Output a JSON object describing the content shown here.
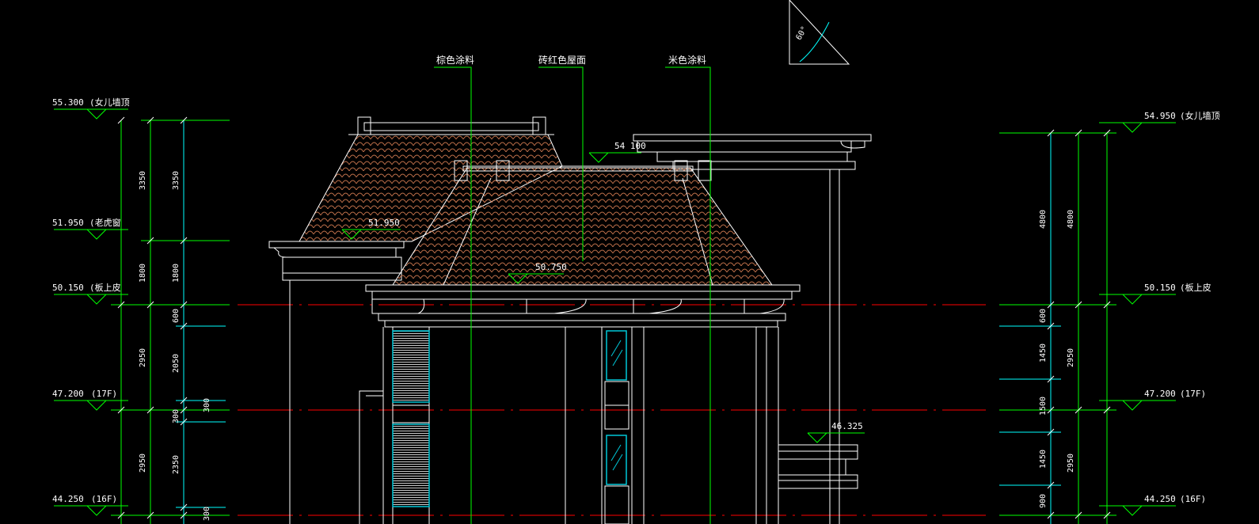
{
  "colors": {
    "background": "#000000",
    "outline": "#FFFFFF",
    "dim_green": "#00FF00",
    "dim_cyan": "#00FFFF",
    "floor_red": "#FF0000",
    "roof_tile": "#C0704A",
    "window_cyan": "#00C8D8"
  },
  "callouts": {
    "brown_paint": "棕色涂料",
    "red_roof": "砖红色屋面",
    "beige_paint": "米色涂料"
  },
  "angle": {
    "label": "60°"
  },
  "levels": {
    "roof_peak": "54 100",
    "roof_mid": "51.950",
    "roof_low": "50.750",
    "balcony": "46.325"
  },
  "left_levels": [
    {
      "value": "55.300",
      "note": "(女儿墙顶"
    },
    {
      "value": "51.950",
      "note": "(老虎窗"
    },
    {
      "value": "50.150",
      "note": "(板上皮"
    },
    {
      "value": "47.200",
      "note": "(17F)"
    },
    {
      "value": "44.250",
      "note": "(16F)"
    }
  ],
  "right_levels": [
    {
      "value": "54.950",
      "note": "(女儿墙顶"
    },
    {
      "value": "50.150",
      "note": "(板上皮"
    },
    {
      "value": "47.200",
      "note": "(17F)"
    },
    {
      "value": "44.250",
      "note": "(16F)"
    }
  ],
  "left_dims_outer": [
    "3350",
    "1800",
    "2950",
    "2950"
  ],
  "left_dims_inner": [
    "3350",
    "1800",
    "600",
    "2050",
    "300",
    "300",
    "2350",
    "300"
  ],
  "right_dims_outer": [
    "4800",
    "2950",
    "2950"
  ],
  "right_dims_inner": [
    "4800",
    "600",
    "1450",
    "1500",
    "1450",
    "900"
  ]
}
